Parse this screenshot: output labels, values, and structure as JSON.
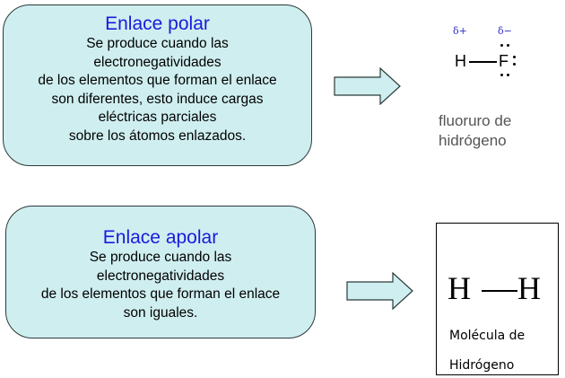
{
  "polar": {
    "title": "Enlace polar",
    "lines": [
      "Se produce cuando las",
      "electronegatividades",
      "de los elementos que forman el enlace",
      "son diferentes, esto induce cargas",
      "eléctricas parciales",
      "sobre los átomos enlazados."
    ]
  },
  "apolar": {
    "title": "Enlace apolar",
    "lines": [
      "Se produce cuando las",
      "electronegatividades",
      "de los elementos que forman el enlace",
      "son iguales."
    ]
  },
  "hf": {
    "delta_plus": "δ+",
    "delta_minus": "δ−",
    "atom_h": "H",
    "atom_f": "F",
    "caption_line1": "fluoruro de",
    "caption_line2": "hidrógeno"
  },
  "h2": {
    "atom_1": "H",
    "atom_2": "H",
    "caption_line1": "Molécula de",
    "caption_line2": "Hidrógeno"
  },
  "colors": {
    "box_fill": "#cfeef0",
    "title_blue": "#1a1adc",
    "delta_blue": "#2a2ac8",
    "caption_gray": "#555555"
  }
}
